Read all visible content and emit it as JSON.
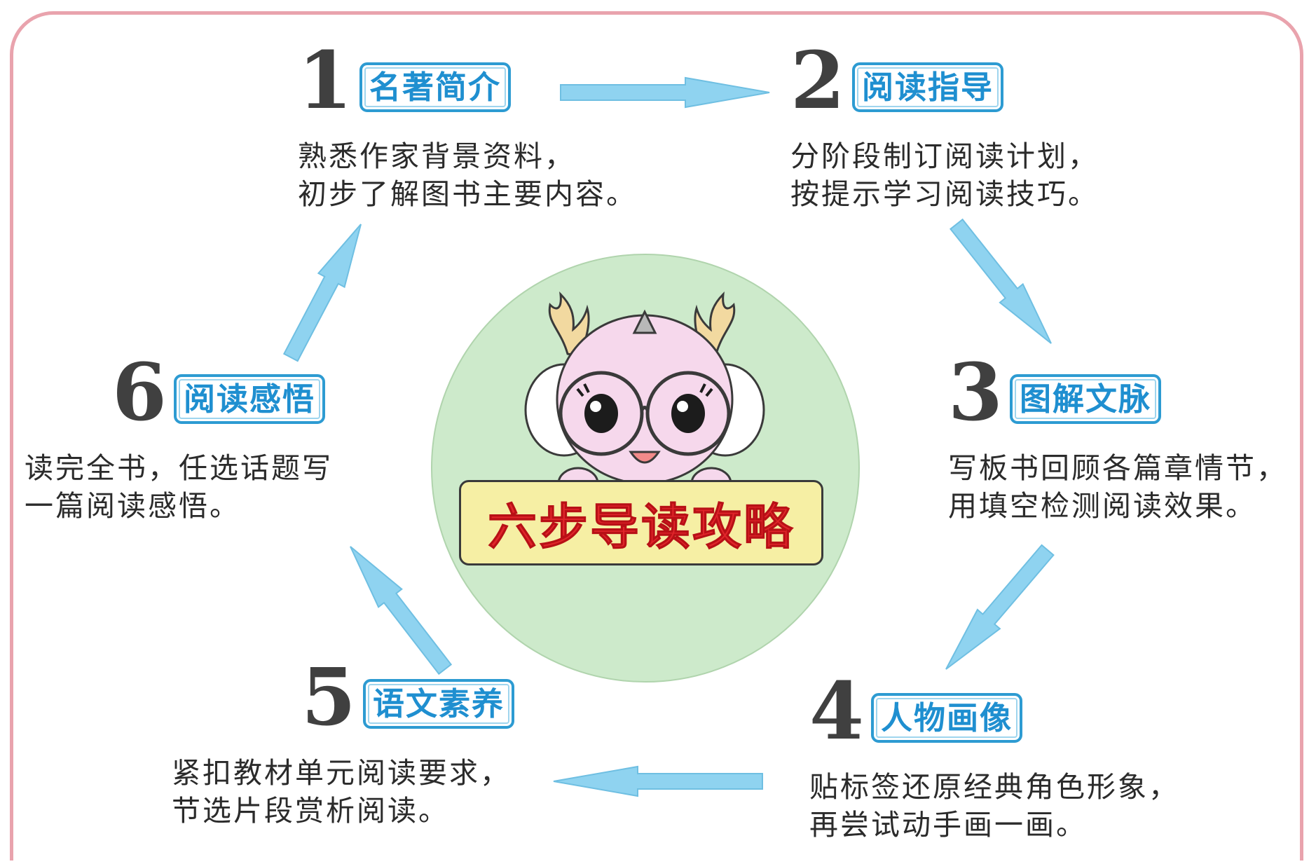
{
  "title": "六步导读攻略",
  "steps": [
    {
      "num": "1",
      "tag": "名著简介",
      "lines": [
        "熟悉作家背景资料，",
        "初步了解图书主要内容。"
      ]
    },
    {
      "num": "2",
      "tag": "阅读指导",
      "lines": [
        "分阶段制订阅读计划，",
        "按提示学习阅读技巧。"
      ]
    },
    {
      "num": "3",
      "tag": "图解文脉",
      "lines": [
        "写板书回顾各篇章情节，",
        "用填空检测阅读效果。"
      ]
    },
    {
      "num": "4",
      "tag": "人物画像",
      "lines": [
        "贴标签还原经典角色形象，",
        "再尝试动手画一画。"
      ]
    },
    {
      "num": "5",
      "tag": "语文素养",
      "lines": [
        "紧扣教材单元阅读要求，",
        "节选片段赏析阅读。"
      ]
    },
    {
      "num": "6",
      "tag": "阅读感悟",
      "lines": [
        "读完全书，任选话题写",
        "一篇阅读感悟。"
      ]
    }
  ],
  "colors": {
    "frame": "#e9a3ad",
    "arrow": "#8fd3f0",
    "tag_border": "#2d9bd2",
    "tag_text": "#1f8fd0",
    "circle": "#cdeacb",
    "sign": "#f6efa4",
    "title_text": "#e0252a"
  },
  "icons": {
    "arrow": "arrow-icon",
    "mascot": "dragon-mascot-icon"
  }
}
